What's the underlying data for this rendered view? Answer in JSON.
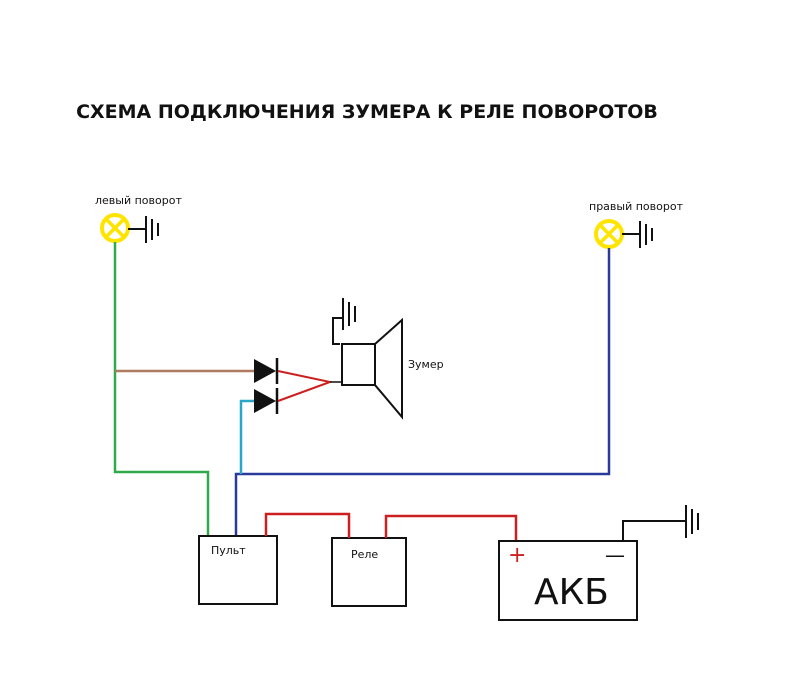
{
  "title": "СХЕМА ПОДКЛЮЧЕНИЯ ЗУМЕРА К РЕЛЕ ПОВОРОТОВ",
  "labels": {
    "left_turn": "левый поворот",
    "right_turn": "правый поворот",
    "buzzer": "Зумер",
    "remote": "Пульт",
    "relay": "Реле",
    "battery": "АКБ",
    "plus": "+",
    "minus": "—"
  },
  "colors": {
    "left_wire": "#2eaa4a",
    "right_wire": "#2a3a9c",
    "brown_wire": "#b07a60",
    "cyan_wire": "#2aa6c8",
    "red_wire": "#cc2020",
    "lamp": "#ffe400",
    "stroke": "#111111"
  },
  "icons": [
    "lamp-icon",
    "ground-icon",
    "diode-icon",
    "speaker-icon"
  ]
}
